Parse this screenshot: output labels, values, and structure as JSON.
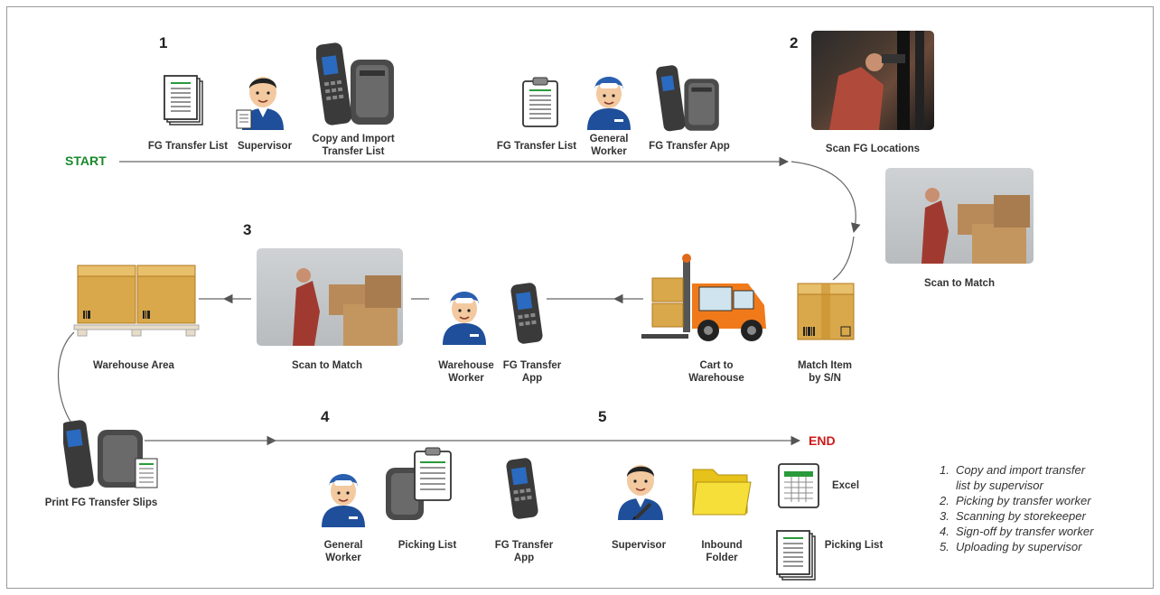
{
  "start_label": "START",
  "end_label": "END",
  "colors": {
    "start": "#1a8a2b",
    "end": "#cc1a1a",
    "arrow": "#555555",
    "box": "#d9a84a",
    "blue": "#1f4f9a"
  },
  "steps": {
    "s1": "1",
    "s2": "2",
    "s3": "3",
    "s4": "4",
    "s5": "5"
  },
  "nodes": {
    "fg_transfer_list_1": "FG Transfer List",
    "supervisor_1": "Supervisor",
    "copy_import_l1": "Copy and Import",
    "copy_import_l2": "Transfer List",
    "fg_transfer_list_2": "FG Transfer List",
    "general_worker_1_l1": "General",
    "general_worker_1_l2": "Worker",
    "fg_transfer_app_1": "FG Transfer App",
    "scan_fg_locations": "Scan FG Locations",
    "scan_to_match_1": "Scan to Match",
    "match_item_l1": "Match Item",
    "match_item_l2": "by S/N",
    "cart_l1": "Cart to",
    "cart_l2": "Warehouse",
    "fg_transfer_app_2_l1": "FG Transfer",
    "fg_transfer_app_2_l2": "App",
    "warehouse_worker_l1": "Warehouse",
    "warehouse_worker_l2": "Worker",
    "scan_to_match_2": "Scan to Match",
    "warehouse_area": "Warehouse Area",
    "print_slips": "Print FG Transfer Slips",
    "general_worker_2_l1": "General",
    "general_worker_2_l2": "Worker",
    "picking_list_1": "Picking List",
    "fg_transfer_app_3_l1": "FG Transfer",
    "fg_transfer_app_3_l2": "App",
    "supervisor_2": "Supervisor",
    "inbound_l1": "Inbound",
    "inbound_l2": "Folder",
    "excel": "Excel",
    "picking_list_2": "Picking List"
  },
  "icons": [
    "document-stack-icon",
    "supervisor-icon",
    "scanner-printer-icon",
    "clipboard-icon",
    "worker-icon",
    "scanner-printer-icon",
    "photo-scan-locations",
    "photo-scan-match",
    "box-icon",
    "forklift-icon",
    "scanner-icon",
    "worker-icon",
    "photo-scan-match",
    "pallet-boxes-icon",
    "scanner-printer-icon",
    "worker-icon",
    "printer-clipboard-icon",
    "scanner-icon",
    "supervisor-pen-icon",
    "folder-icon",
    "spreadsheet-icon",
    "document-stack-icon"
  ],
  "legend": [
    {
      "num": "1.",
      "lines": [
        "Copy and import transfer",
        "list by supervisor"
      ]
    },
    {
      "num": "2.",
      "lines": [
        "Picking by transfer worker"
      ]
    },
    {
      "num": "3.",
      "lines": [
        "Scanning by storekeeper"
      ]
    },
    {
      "num": "4.",
      "lines": [
        "Sign-off by transfer worker"
      ]
    },
    {
      "num": "5.",
      "lines": [
        "Uploading by supervisor"
      ]
    }
  ]
}
